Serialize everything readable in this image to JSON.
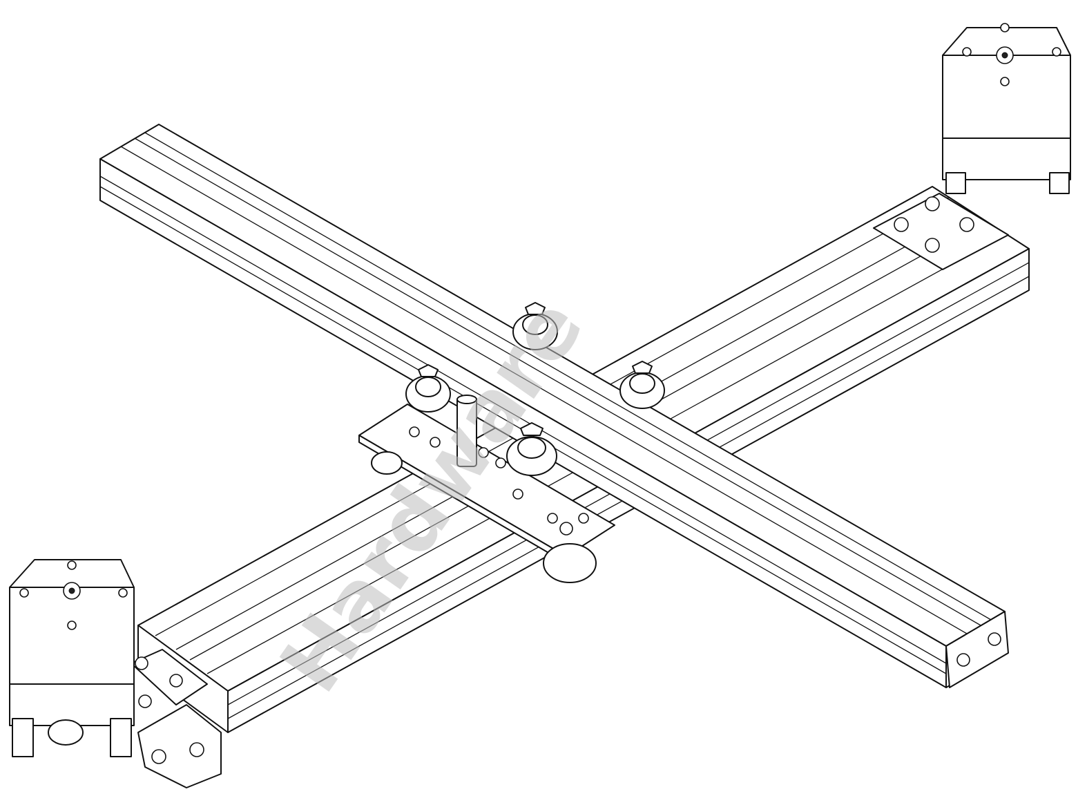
{
  "watermark": {
    "text": "Hardware"
  },
  "colors": {
    "line": "#111111",
    "fill": "#ffffff",
    "watermark": "#bdbdbd"
  },
  "parts": {
    "motor_top_right": "stepper-motor",
    "motor_bottom_left": "stepper-motor",
    "rail_long": "aluminum-extrusion",
    "rail_cross": "aluminum-extrusion",
    "carriage": "gantry-plate",
    "wheels": "v-wheel"
  }
}
